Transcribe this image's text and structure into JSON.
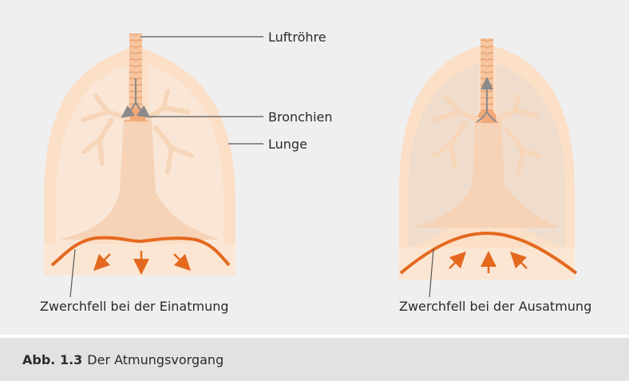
{
  "figure": {
    "labels": {
      "trachea": "Luftröhre",
      "bronchi": "Bronchien",
      "lung": "Lunge",
      "diaphragm_inhale": "Zwerchfell bei der Einatmung",
      "diaphragm_exhale": "Zwerchfell bei der Ausatmung"
    },
    "colors": {
      "background": "#efefef",
      "lung_outer": "#fbdfc7",
      "lung_inner": "#f9e3d0",
      "lung_exhale_inner": "#eedfd2",
      "diaphragm": "#e4691f",
      "airway": "#f6c39c",
      "arrow_gray": "#8a8a8a",
      "leader_line": "#555555"
    }
  },
  "caption": {
    "number": "Abb. 1.3",
    "text": "Der Atmungsvorgang"
  }
}
